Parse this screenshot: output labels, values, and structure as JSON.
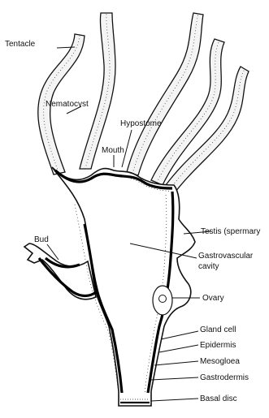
{
  "labels": {
    "tentacle": "Tentacle",
    "nematocyst": "Nematocyst",
    "hypostome": "Hypostome",
    "mouth": "Mouth",
    "bud": "Bud",
    "testis": "Testis (spermary",
    "gastrovascular_1": "Gastrovascular",
    "gastrovascular_2": "cavity",
    "ovary": "Ovary",
    "gland_cell": "Gland cell",
    "epidermis": "Epidermis",
    "mesogloea": "Mesogloea",
    "gastrodermis": "Gastrodermis",
    "basal_disc": "Basal disc"
  }
}
